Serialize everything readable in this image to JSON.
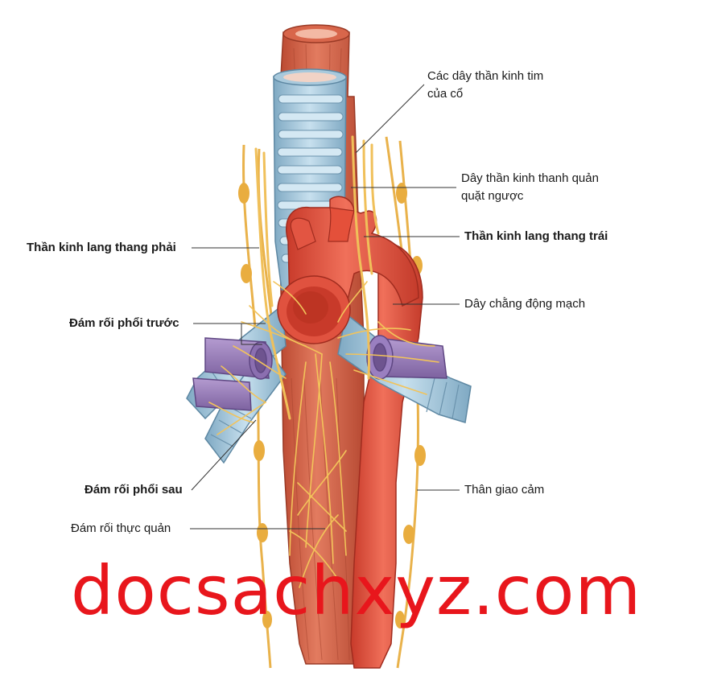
{
  "labels": {
    "cardiac_cervical": [
      "Các dây thần kinh tim",
      "của cổ"
    ],
    "recurrent_laryngeal": [
      "Dây thần kinh thanh quản",
      "quặt ngược"
    ],
    "left_vagus": "Thần kinh lang thang trái",
    "ligamentum_arteriosum": "Dây chằng động mạch",
    "sympathetic_trunk": "Thân giao cảm",
    "right_vagus": "Thần kinh lang thang phải",
    "anterior_pulmonary_plexus": "Đám rối phổi trước",
    "posterior_pulmonary_plexus": "Đám rối phổi sau",
    "esophageal_plexus": "Đám rối thực quản"
  },
  "watermark": "docsachxyz.com",
  "colors": {
    "esophagus": "#d9694d",
    "aorta": "#e4503a",
    "trachea": "#a9c9dc",
    "pulmonary_vessel": "#9b7fb8",
    "nerve": "#f2c35a",
    "watermark": "#e8161c"
  }
}
